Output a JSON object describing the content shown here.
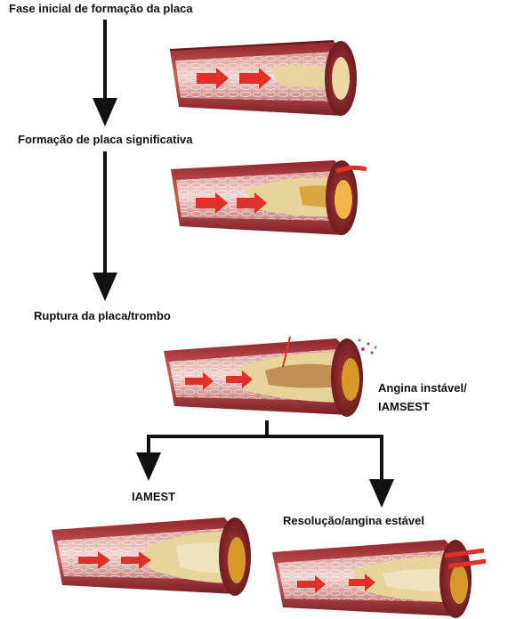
{
  "stages": {
    "initial": "Fase inicial de formação da placa",
    "significant": "Formação de placa significativa",
    "rupture": "Ruptura da placa/trombo"
  },
  "outcomes": {
    "unstable_line1": "Angina instável/",
    "unstable_line2": "IAMSEST",
    "stemi": "IAMEST",
    "resolution": "Resolução/angina estável"
  },
  "colors": {
    "vessel_wall": "#c8464b",
    "vessel_dark": "#7a1f24",
    "lumen": "#e3b7b3",
    "plaque": "#e6d49a",
    "core": "#d79a2a",
    "flow_arrow": "#e0302a",
    "connector": "#111111"
  }
}
